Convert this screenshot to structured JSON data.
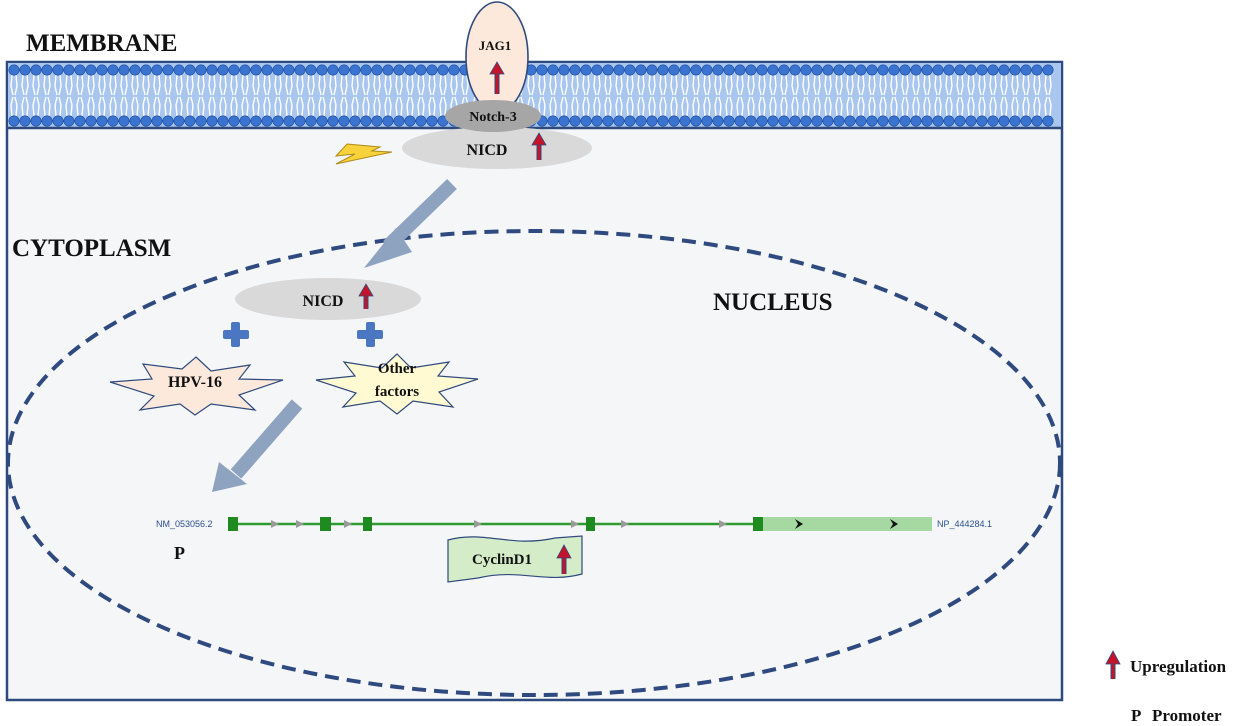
{
  "labels": {
    "membrane": "MEMBRANE",
    "cytoplasm": "CYTOPLASM",
    "nucleus": "NUCLEUS"
  },
  "nodes": {
    "jag1": "JAG1",
    "notch3": "Notch-3",
    "nicd_membrane": "NICD",
    "nicd_nucleus": "NICD",
    "hpv16": "HPV-16",
    "other_factors_line1": "Other",
    "other_factors_line2": "factors",
    "cyclind1": "CyclinD1"
  },
  "gene": {
    "left_accession": "NM_053056.2",
    "right_accession": "NP_444284.1",
    "promoter_mark": "P"
  },
  "legend": {
    "upregulation": "Upregulation",
    "promoter_symbol": "P",
    "promoter_label": "Promoter"
  },
  "colors": {
    "cell_border": "#2f4a7e",
    "cytoplasm_fill": "#f5f6f8",
    "membrane_blue": "#3b73d1",
    "membrane_light": "#a9c6ef",
    "nucleus_dash": "#2f4a7e",
    "flow_arrow": "#8ea3bf",
    "plus_blue": "#4a76c2",
    "up_arrow": "#c5132b",
    "jag1_fill": "#fde9dc",
    "nicd_fill": "#d9d9d9",
    "notch3_fill": "#a6a6a6",
    "hpv_fill": "#fde9dc",
    "other_fill": "#fffad2",
    "cyclin_fill": "#d4edc8",
    "gene_line": "#2f9a2f",
    "gene_exon": "#1f8a1f",
    "gene_utr": "#a6d8a2"
  }
}
